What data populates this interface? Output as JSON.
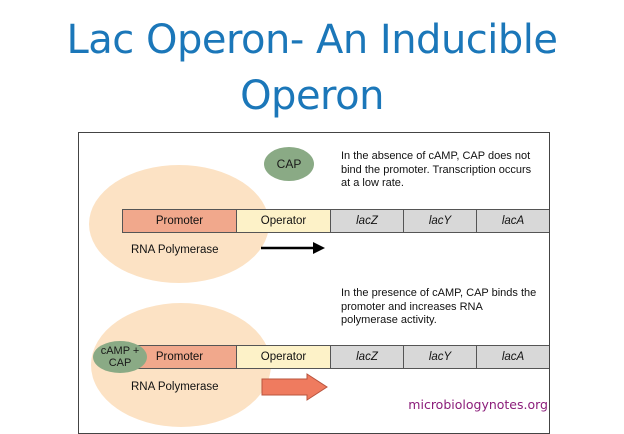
{
  "title": {
    "line1": "Lac Operon- An Inducible",
    "line2": "Operon"
  },
  "colors": {
    "title": "#1b77b9",
    "promoter": "#f1a88c",
    "operator": "#fdf2c8",
    "gene": "#d8d8d8",
    "cap": "#8aaa85",
    "polymerase": "#fce2c4",
    "arrow_high": "#ef7b5f",
    "watermark": "#8b1d7a"
  },
  "panel_top": {
    "cap_label": "CAP",
    "note": "In the absence of cAMP, CAP does not bind the promoter. Transcription occurs at a low rate.",
    "segments": [
      "Promoter",
      "Operator",
      "lacZ",
      "lacY",
      "lacA"
    ],
    "polymerase_label": "RNA Polymerase",
    "arrow": "black-arrow-icon"
  },
  "panel_bottom": {
    "cap_label": "cAMP + CAP",
    "note": "In the presence of cAMP, CAP binds the promoter and increases RNA polymerase activity.",
    "segments": [
      "Promoter",
      "Operator",
      "lacZ",
      "lacY",
      "lacA"
    ],
    "polymerase_label": "RNA Polymerase",
    "arrow": "orange-block-arrow-icon"
  },
  "watermark": "microbiologynotes.org"
}
